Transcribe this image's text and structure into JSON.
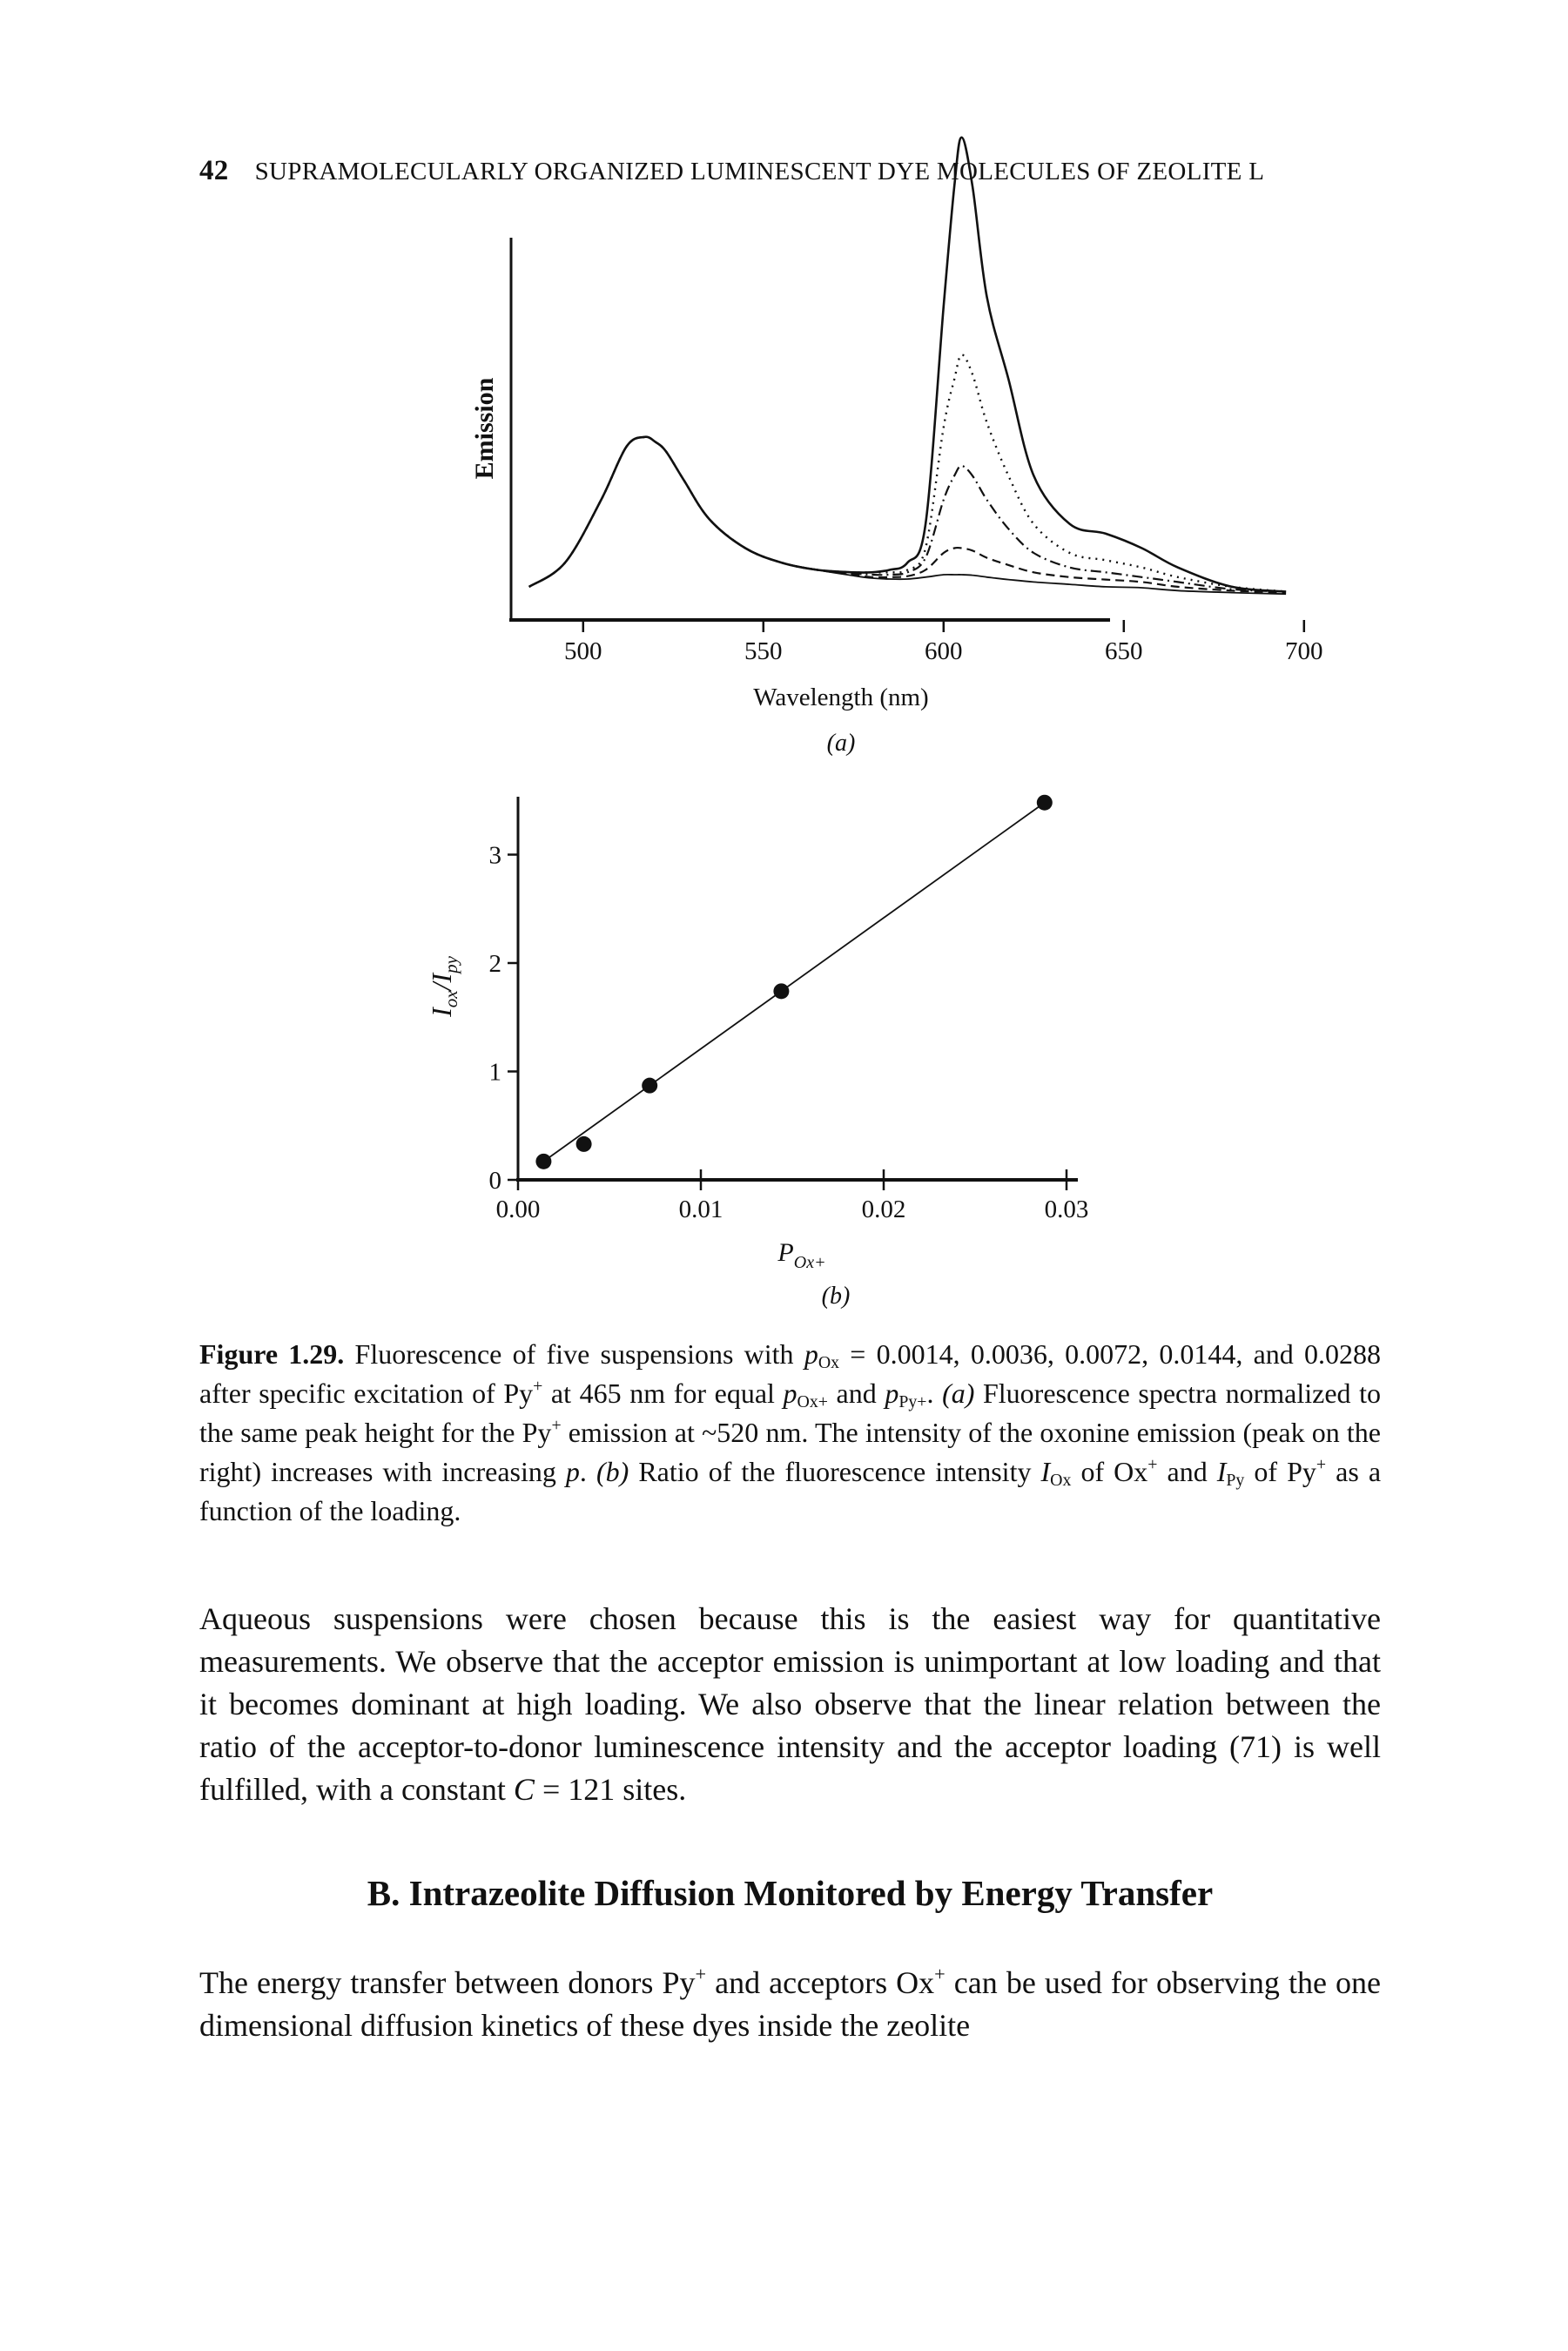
{
  "running_head": {
    "page_number": "42",
    "title": "SUPRAMOLECULARLY ORGANIZED LUMINESCENT DYE MOLECULES OF ZEOLITE L"
  },
  "chart_data": [
    {
      "type": "line",
      "panel_label": "(a)",
      "xlabel": "Wavelength (nm)",
      "ylabel": "Emission",
      "xlim": [
        480,
        700
      ],
      "x_ticks": [
        500,
        550,
        600,
        650,
        700
      ],
      "x": [
        485,
        495,
        505,
        512,
        517,
        520,
        523,
        528,
        535,
        545,
        555,
        565,
        575,
        580,
        585,
        590,
        595,
        600,
        603,
        605,
        608,
        612,
        618,
        625,
        635,
        645,
        655,
        665,
        680,
        695
      ],
      "series": [
        {
          "style": "solid",
          "values": [
            0.02,
            0.07,
            0.2,
            0.31,
            0.33,
            0.32,
            0.3,
            0.24,
            0.16,
            0.1,
            0.07,
            0.055,
            0.05,
            0.05,
            0.055,
            0.07,
            0.15,
            0.6,
            0.85,
            0.95,
            0.85,
            0.62,
            0.45,
            0.25,
            0.15,
            0.13,
            0.1,
            0.06,
            0.02,
            0.01
          ]
        },
        {
          "style": "dotted",
          "values": [
            0.02,
            0.07,
            0.2,
            0.31,
            0.33,
            0.32,
            0.3,
            0.24,
            0.16,
            0.1,
            0.07,
            0.055,
            0.05,
            0.05,
            0.05,
            0.055,
            0.1,
            0.35,
            0.45,
            0.5,
            0.46,
            0.36,
            0.25,
            0.15,
            0.09,
            0.075,
            0.06,
            0.04,
            0.02,
            0.01
          ]
        },
        {
          "style": "dash-dot",
          "values": [
            0.02,
            0.07,
            0.2,
            0.31,
            0.33,
            0.32,
            0.3,
            0.24,
            0.16,
            0.1,
            0.07,
            0.055,
            0.048,
            0.045,
            0.045,
            0.05,
            0.08,
            0.2,
            0.25,
            0.27,
            0.25,
            0.2,
            0.14,
            0.09,
            0.06,
            0.05,
            0.04,
            0.03,
            0.015,
            0.01
          ]
        },
        {
          "style": "dashed",
          "values": [
            0.02,
            0.07,
            0.2,
            0.31,
            0.33,
            0.32,
            0.3,
            0.24,
            0.16,
            0.1,
            0.07,
            0.055,
            0.045,
            0.04,
            0.04,
            0.042,
            0.055,
            0.09,
            0.1,
            0.1,
            0.095,
            0.08,
            0.065,
            0.05,
            0.04,
            0.035,
            0.03,
            0.02,
            0.012,
            0.008
          ]
        },
        {
          "style": "solid-thin",
          "values": [
            0.02,
            0.07,
            0.2,
            0.31,
            0.33,
            0.32,
            0.3,
            0.24,
            0.16,
            0.1,
            0.07,
            0.055,
            0.043,
            0.038,
            0.036,
            0.036,
            0.04,
            0.045,
            0.045,
            0.045,
            0.044,
            0.04,
            0.035,
            0.03,
            0.025,
            0.02,
            0.018,
            0.012,
            0.008,
            0.005
          ]
        }
      ]
    },
    {
      "type": "scatter",
      "panel_label": "(b)",
      "xlabel": "P",
      "xlabel_sub": "Ox+",
      "ylabel": "I",
      "ylabel_sub1": "ox",
      "ylabel_sep": "/I",
      "ylabel_sub2": "py",
      "xlim": [
        0,
        0.03
      ],
      "ylim": [
        0,
        3.5
      ],
      "x_ticks": [
        "0.00",
        "0.01",
        "0.02",
        "0.03"
      ],
      "y_ticks": [
        "0",
        "1",
        "2",
        "3"
      ],
      "x": [
        0.0014,
        0.0036,
        0.0072,
        0.0144,
        0.0288
      ],
      "values": [
        0.17,
        0.33,
        0.87,
        1.74,
        3.48
      ],
      "fit_line": {
        "x": [
          0.0014,
          0.0288
        ],
        "y": [
          0.17,
          3.48
        ]
      }
    }
  ],
  "caption": {
    "figure_number": "Figure 1.29.",
    "seg1": " Fluorescence of five suspensions with ",
    "p_ox_sym": "p",
    "p_ox_sub": "Ox",
    "seg2": " = 0.0014, 0.0036, 0.0072, 0.0144, and 0.0288 after specific excitation of Py",
    "plus1": "+",
    "seg3": " at 465 nm for equal ",
    "p_oxp_sym": "p",
    "p_oxp_sub": "Ox+",
    "seg4": " and ",
    "p_pyp_sym": "p",
    "p_pyp_sub": "Py+",
    "seg5": ". ",
    "label_a": "(a)",
    "seg6": " Fluorescence spectra normalized to the same peak height for the Py",
    "plus2": "+",
    "seg7": " emission at ~520 nm. The intensity of the oxonine emission (peak on the right) increases with increasing ",
    "p_sym": "p",
    "seg8": ". ",
    "label_b": "(b)",
    "seg9": " Ratio of the fluorescence intensity ",
    "i_ox_sym": "I",
    "i_ox_sub": "Ox",
    "seg10": " of Ox",
    "plus3": "+",
    "seg11": " and ",
    "i_py_sym": "I",
    "i_py_sub": "Py",
    "seg12": " of Py",
    "plus4": "+",
    "seg13": " as a function of the loading."
  },
  "paragraph1": {
    "text_a": "Aqueous suspensions were chosen because this is the easiest way for quantitative measurements. We observe that the acceptor emission is unimportant at low loading and that it becomes dominant at high loading. We also observe that the linear relation between the ratio of the acceptor-to-donor luminescence intensity and the acceptor loading (71) is well fulfilled, with a constant ",
    "c_sym": "C",
    "text_b": " = 121 sites."
  },
  "section_heading": "B.  Intrazeolite Diffusion Monitored by Energy Transfer",
  "paragraph2": {
    "seg1": "The energy transfer between donors Py",
    "plus1": "+",
    "seg2": " and acceptors Ox",
    "plus2": "+",
    "seg3": " can be used for observing the one dimensional diffusion kinetics of these dyes inside the zeolite"
  }
}
